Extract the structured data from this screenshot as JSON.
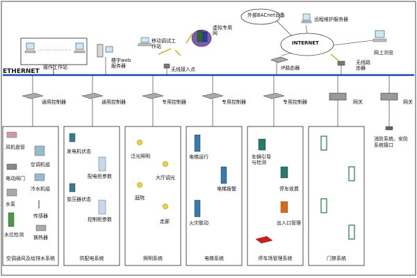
{
  "top": {
    "ethernet_label": "ETHERNET",
    "operator_station_label": "操作工作站",
    "web_server_label": "楼宇web服务器",
    "mobile_debug_label": "移动调试工作站",
    "wireless_ap_label": "无线接入点",
    "vpn_label": "虚拟专用网",
    "bacnet_label": "外部BACnet设备",
    "remote_server_label": "远程维护服务器",
    "internet_label": "INTERNET",
    "web_browse_label": "网上浏览",
    "ip_router_label": "IP路由器",
    "wireless_router_label": "无线路由器"
  },
  "controllers": [
    {
      "label": "通用控制器"
    },
    {
      "label": "通用控制器"
    },
    {
      "label": "专用控制器"
    },
    {
      "label": "专用控制器"
    },
    {
      "label": "专用控制器"
    },
    {
      "label": "网关"
    },
    {
      "label": "网关"
    }
  ],
  "fire_label": "消防系统、安防系统接口",
  "subsystems": {
    "hvac": {
      "title": "空调通风及给排水系统",
      "items": [
        "风机盘管",
        "空调机组",
        "电动阀门",
        "冷水机组",
        "水泵",
        "传感器",
        "水位检测",
        "换热器"
      ]
    },
    "power": {
      "title": "供配电系统",
      "items": [
        "发电机状态",
        "配电柜参数",
        "变压器状态",
        "控制柜参数"
      ]
    },
    "lighting": {
      "title": "照明系统",
      "items": [
        "泛光照明",
        "大厅调光",
        "庭院",
        "走廊"
      ]
    },
    "elevator": {
      "title": "电梯系统",
      "items": [
        "电梯运行",
        "电梯报警",
        "火灾联动"
      ]
    },
    "parking": {
      "title": "停车场管理系统",
      "items": [
        "车辆引导与检测",
        "停车收费",
        "出入口管理"
      ]
    },
    "access": {
      "title": "门禁系统"
    }
  }
}
